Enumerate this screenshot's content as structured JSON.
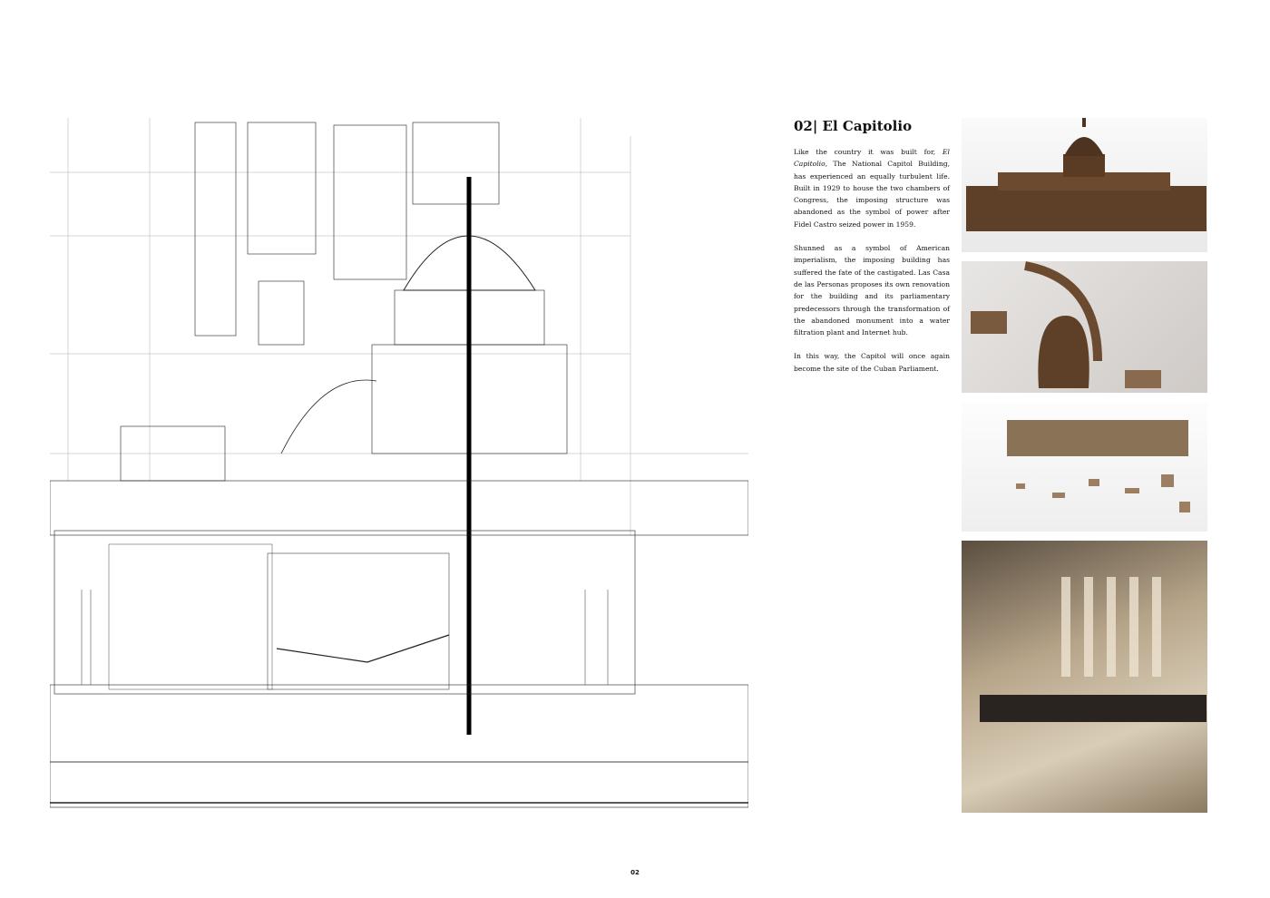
{
  "title": "02| El Capitolio",
  "paragraphs": {
    "p1_before": "Like the country it was built for, ",
    "p1_italic": "El Capitolio",
    "p1_after": ", The National Capitol Building, has experienced an equally turbulent life. Built in 1929 to house the two chambers of Congress, the imposing structure was abandoned as the symbol of power after Fidel Castro seized power in 1959.",
    "p2": "Shunned as a symbol of American imperialism, the imposing building has suffered the fate of the castigated. Las Casa de las Personas proposes its own renovation for the building and its parliamentary predecessors through the transformation of the abandoned monument into a water filtration plant and Internet hub.",
    "p3": "In this way, the Capitol will once again become the site of the Cuban Parliament."
  },
  "page_number": "02",
  "colors": {
    "wood": "#6b4a30",
    "ink": "#111111"
  }
}
